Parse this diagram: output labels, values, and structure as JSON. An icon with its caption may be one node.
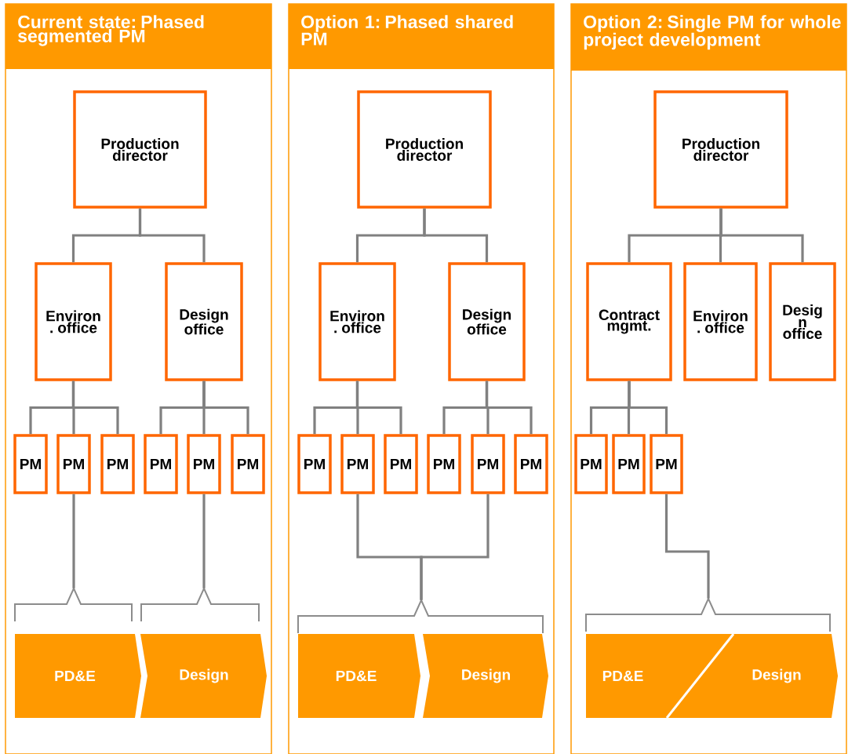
{
  "diagram": {
    "nodes": [
      {
        "text": [
          "Current state: Phased segmented PM"
        ]
      },
      {
        "text": [
          "Production director"
        ],
        "in": 0
      },
      {
        "text": [
          "Environ . office"
        ],
        "in": 0
      },
      {
        "text": [
          "Design office"
        ],
        "in": 0
      },
      {
        "text": [
          "PM"
        ],
        "in": 0
      },
      {
        "text": [
          "PM"
        ],
        "in": 0
      },
      {
        "text": [
          "PM"
        ],
        "in": 0
      },
      {
        "text": [
          "PM"
        ],
        "in": 0
      },
      {
        "text": [
          "PM"
        ],
        "in": 0
      },
      {
        "text": [
          "PM"
        ],
        "in": 0
      },
      {
        "text": [],
        "shape": "bracket",
        "in": 0
      },
      {
        "text": [],
        "shape": "bracket",
        "in": 0
      },
      {
        "text": [
          "PD&E"
        ],
        "in": 0
      },
      {
        "text": [
          "Design"
        ],
        "in": 0
      },
      {
        "text": [
          "Option 1: Phased shared PM"
        ]
      },
      {
        "text": [
          "Production director"
        ],
        "in": 14
      },
      {
        "text": [
          "Environ . office"
        ],
        "in": 14
      },
      {
        "text": [
          "Design office"
        ],
        "in": 14
      },
      {
        "text": [
          "PM"
        ],
        "in": 14
      },
      {
        "text": [
          "PM"
        ],
        "in": 14
      },
      {
        "text": [
          "PM"
        ],
        "in": 14
      },
      {
        "text": [
          "PM"
        ],
        "in": 14
      },
      {
        "text": [
          "PM"
        ],
        "in": 14
      },
      {
        "text": [
          "PM"
        ],
        "in": 14
      },
      {
        "text": [],
        "shape": "bracket",
        "in": 14
      },
      {
        "text": [
          "PD&E"
        ],
        "in": 14
      },
      {
        "text": [
          "Design"
        ],
        "in": 14
      },
      {
        "text": [
          "Option 2: Single PM for whole project development"
        ]
      },
      {
        "text": [
          "Production director"
        ],
        "in": 27
      },
      {
        "text": [
          "Contract mgmt."
        ],
        "in": 27
      },
      {
        "text": [
          "Environ . office"
        ],
        "in": 27
      },
      {
        "text": [
          "Desig n office"
        ],
        "in": 27
      },
      {
        "text": [
          "PM"
        ],
        "in": 27
      },
      {
        "text": [
          "PM"
        ],
        "in": 27
      },
      {
        "text": [
          "PM"
        ],
        "in": 27
      },
      {
        "text": [],
        "shape": "bracket",
        "in": 27
      },
      {
        "text": [
          "PD&E",
          "Design"
        ],
        "in": 27
      }
    ],
    "edges": [
      {
        "from": 1,
        "to": 2,
        "arrow": "none"
      },
      {
        "from": 1,
        "to": 3,
        "arrow": "none"
      },
      {
        "from": 2,
        "to": 4,
        "arrow": "none"
      },
      {
        "from": 2,
        "to": 5,
        "arrow": "none"
      },
      {
        "from": 2,
        "to": 6,
        "arrow": "none"
      },
      {
        "from": 3,
        "to": 7,
        "arrow": "none"
      },
      {
        "from": 3,
        "to": 8,
        "arrow": "none"
      },
      {
        "from": 3,
        "to": 9,
        "arrow": "none"
      },
      {
        "from": 5,
        "to": 10,
        "arrow": "none"
      },
      {
        "from": 8,
        "to": 11,
        "arrow": "none"
      },
      {
        "from": 15,
        "to": 16,
        "arrow": "none"
      },
      {
        "from": 15,
        "to": 17,
        "arrow": "none"
      },
      {
        "from": 16,
        "to": 18,
        "arrow": "none"
      },
      {
        "from": 16,
        "to": 19,
        "arrow": "none"
      },
      {
        "from": 16,
        "to": 20,
        "arrow": "none"
      },
      {
        "from": 17,
        "to": 21,
        "arrow": "none"
      },
      {
        "from": 17,
        "to": 22,
        "arrow": "none"
      },
      {
        "from": 17,
        "to": 23,
        "arrow": "none"
      },
      {
        "from": 19,
        "to": 24,
        "arrow": "none"
      },
      {
        "from": 22,
        "to": 24,
        "arrow": "none"
      },
      {
        "from": 28,
        "to": 29,
        "arrow": "none"
      },
      {
        "from": 28,
        "to": 30,
        "arrow": "none"
      },
      {
        "from": 28,
        "to": 31,
        "arrow": "none"
      },
      {
        "from": 29,
        "to": 32,
        "arrow": "none"
      },
      {
        "from": 29,
        "to": 33,
        "arrow": "none"
      },
      {
        "from": 29,
        "to": 34,
        "arrow": "none"
      },
      {
        "from": 34,
        "to": 35,
        "arrow": "none"
      }
    ]
  }
}
